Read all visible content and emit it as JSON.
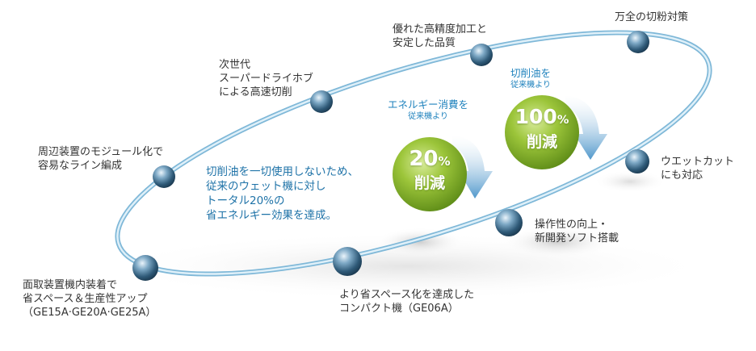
{
  "diagram": {
    "colors": {
      "ring": "#a9d4ea",
      "sphere": "#2f5a78",
      "badge": "#8dbb2a",
      "arrow": "#5ea3d1",
      "label": "#333333",
      "accent": "#1f73a8"
    },
    "nodes": [
      {
        "label_lines": [
          "面取装置機内装着で",
          "省スペース＆生産性アップ",
          "（GE15A·GE20A·GE25A）"
        ]
      },
      {
        "label_lines": [
          "周辺装置のモジュール化で",
          "容易なライン編成"
        ]
      },
      {
        "label_lines": [
          "次世代",
          "スーパードライホブ",
          "による高速切削"
        ]
      },
      {
        "label_lines": [
          "優れた高精度加工と",
          "安定した品質"
        ]
      },
      {
        "label_lines": [
          "万全の切粉対策"
        ]
      },
      {
        "label_lines": [
          "ウエットカット",
          "にも対応"
        ]
      },
      {
        "label_lines": [
          "操作性の向上・",
          "新開発ソフト搭載"
        ]
      },
      {
        "label_lines": [
          "より省スペース化を達成した",
          "コンパクト機（GE06A）"
        ]
      }
    ],
    "center_text": [
      "切削油を一切使用しないため、",
      "従来のウェット機に対し",
      "トータル20%の",
      "省エネルギー効果を達成。"
    ],
    "badges": [
      {
        "caption1": "エネルギー消費を",
        "caption2": "従来機より",
        "value": "20",
        "unit": "%",
        "reduction": "削減"
      },
      {
        "caption1": "切削油を",
        "caption2": "従来機より",
        "value": "100",
        "unit": "%",
        "reduction": "削減"
      }
    ]
  }
}
